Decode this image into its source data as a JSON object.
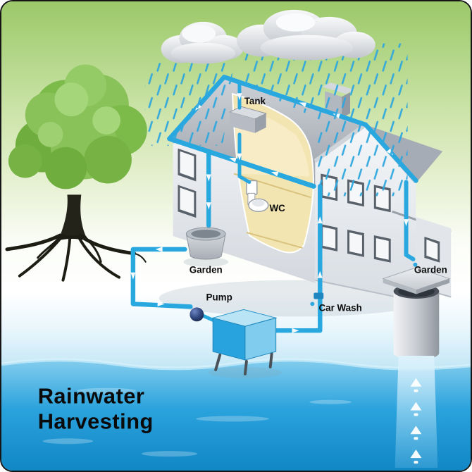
{
  "diagram": {
    "title_line1": "Rainwater",
    "title_line2": "Harvesting",
    "labels": {
      "tank": "Tank",
      "wc": "WC",
      "garden_left": "Garden",
      "pump": "Pump",
      "car_wash": "Car Wash",
      "garden_right": "Garden"
    },
    "colors": {
      "pipe_blue": "#29a8e0",
      "rain_blue": "#2fa7de",
      "groundwater_blue": "#2aa2dc",
      "foliage_green": "#7fbf4d",
      "interior_yellow": "#f3e5b2",
      "roof_gray": "#aab0b9",
      "wall_gray": "#eef0f3",
      "title_text": "#0a0a0a"
    }
  }
}
